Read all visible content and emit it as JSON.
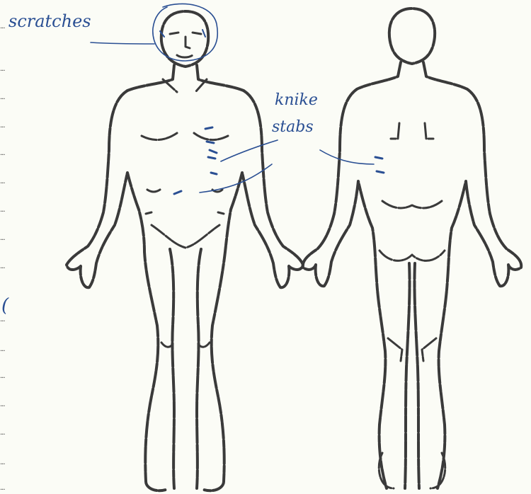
{
  "annotations": {
    "scratches": "scratches",
    "knife_stabs_line1": "knike",
    "knife_stabs_line2": "stabs",
    "margin_mark": "("
  },
  "colors": {
    "paper": "#fbfcf6",
    "outline": "#3a3a3a",
    "ink": "#2a4f93"
  },
  "figures": {
    "front": "body-front-view",
    "back": "body-back-view"
  }
}
